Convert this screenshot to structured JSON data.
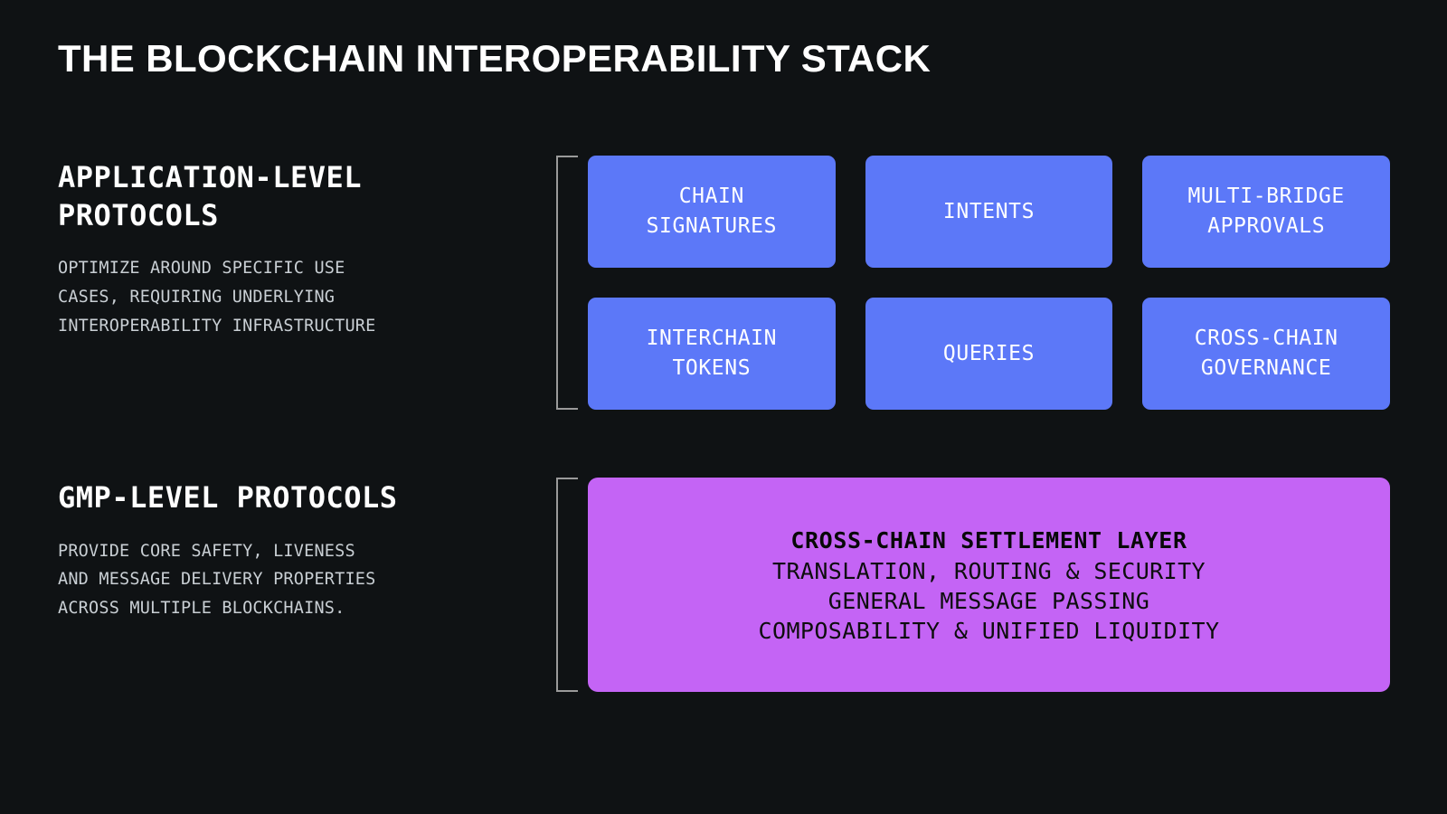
{
  "page": {
    "title": "THE BLOCKCHAIN INTEROPERABILITY STACK",
    "background_color": "#0f1214"
  },
  "colors": {
    "background": "#0f1214",
    "card_blue": "#5c78f8",
    "settlement_purple": "#c464f5",
    "bracket_gray": "#9a9a9a",
    "title_white": "#ffffff",
    "body_gray": "#c9cfd4"
  },
  "sections": [
    {
      "id": "application-level",
      "heading": "APPLICATION-LEVEL\nPROTOCOLS",
      "description": "OPTIMIZE AROUND SPECIFIC USE\nCASES, REQUIRING UNDERLYING\nINTEROPERABILITY INFRASTRUCTURE"
    },
    {
      "id": "gmp-level",
      "heading": "GMP-LEVEL PROTOCOLS",
      "description": "PROVIDE CORE SAFETY, LIVENESS\nAND MESSAGE DELIVERY PROPERTIES\nACROSS MULTIPLE BLOCKCHAINS."
    }
  ],
  "cards": [
    {
      "label": "CHAIN\nSIGNATURES"
    },
    {
      "label": "INTENTS"
    },
    {
      "label": "MULTI-BRIDGE\nAPPROVALS"
    },
    {
      "label": "INTERCHAIN\nTOKENS"
    },
    {
      "label": "QUERIES"
    },
    {
      "label": "CROSS-CHAIN\nGOVERNANCE"
    }
  ],
  "settlement": {
    "title": "CROSS-CHAIN SETTLEMENT LAYER",
    "lines": [
      "TRANSLATION, ROUTING & SECURITY",
      "GENERAL MESSAGE PASSING",
      "COMPOSABILITY & UNIFIED LIQUIDITY"
    ]
  }
}
